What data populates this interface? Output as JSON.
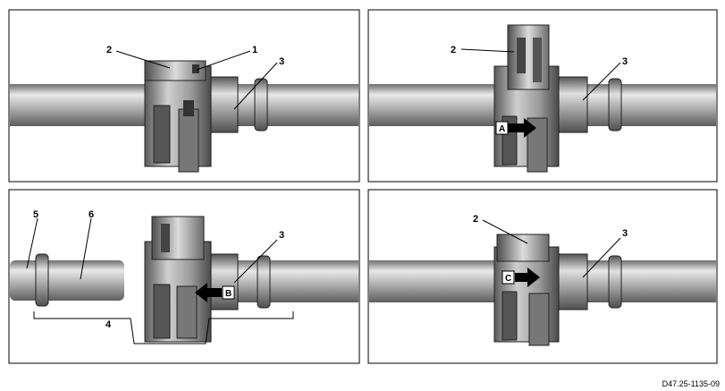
{
  "panels": [
    {
      "id": "top-left",
      "callouts": [
        {
          "label": "1"
        },
        {
          "label": "2"
        },
        {
          "label": "3"
        }
      ]
    },
    {
      "id": "top-right",
      "callouts": [
        {
          "label": "2"
        },
        {
          "label": "3"
        }
      ],
      "arrow": {
        "label": "A"
      }
    },
    {
      "id": "bottom-left",
      "callouts": [
        {
          "label": "3"
        },
        {
          "label": "4"
        },
        {
          "label": "5"
        },
        {
          "label": "6"
        }
      ],
      "arrow": {
        "label": "B"
      }
    },
    {
      "id": "bottom-right",
      "callouts": [
        {
          "label": "2"
        },
        {
          "label": "3"
        }
      ],
      "arrow": {
        "label": "C"
      }
    }
  ],
  "figure_id": "D47.25-1135-09"
}
